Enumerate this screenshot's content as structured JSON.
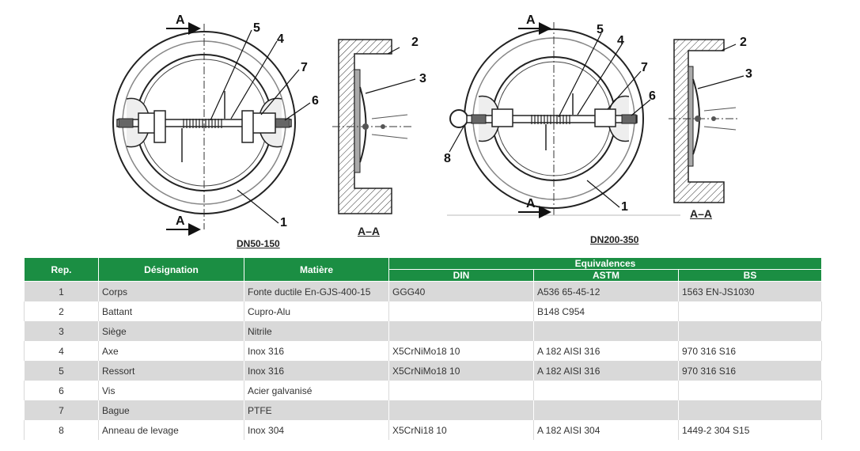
{
  "drawings": {
    "left": {
      "caption": "DN50-150",
      "section_label": "A–A",
      "cut_label": "A",
      "callouts": [
        "1",
        "2",
        "3",
        "4",
        "5",
        "6",
        "7"
      ]
    },
    "right": {
      "caption": "DN200-350",
      "section_label": "A–A",
      "cut_label": "A",
      "callouts": [
        "1",
        "2",
        "3",
        "4",
        "5",
        "6",
        "7",
        "8"
      ]
    }
  },
  "table": {
    "headers": {
      "rep": "Rep.",
      "designation": "Désignation",
      "matiere": "Matière",
      "equivalences": "Equivalences",
      "din": "DIN",
      "astm": "ASTM",
      "bs": "BS"
    },
    "rows": [
      {
        "rep": "1",
        "designation": "Corps",
        "matiere": "Fonte ductile En-GJS-400-15",
        "din": "GGG40",
        "astm": "A536 65-45-12",
        "bs": "1563 EN-JS1030"
      },
      {
        "rep": "2",
        "designation": "Battant",
        "matiere": "Cupro-Alu",
        "din": "",
        "astm": "B148 C954",
        "bs": ""
      },
      {
        "rep": "3",
        "designation": "Siège",
        "matiere": "Nitrile",
        "din": "",
        "astm": "",
        "bs": ""
      },
      {
        "rep": "4",
        "designation": "Axe",
        "matiere": "Inox 316",
        "din": "X5CrNiMo18 10",
        "astm": "A 182 AISI 316",
        "bs": "970 316 S16"
      },
      {
        "rep": "5",
        "designation": "Ressort",
        "matiere": "Inox 316",
        "din": "X5CrNiMo18 10",
        "astm": "A 182 AISI 316",
        "bs": "970 316 S16"
      },
      {
        "rep": "6",
        "designation": "Vis",
        "matiere": "Acier galvanisé",
        "din": "",
        "astm": "",
        "bs": ""
      },
      {
        "rep": "7",
        "designation": "Bague",
        "matiere": "PTFE",
        "din": "",
        "astm": "",
        "bs": ""
      },
      {
        "rep": "8",
        "designation": "Anneau de levage",
        "matiere": "Inox 304",
        "din": "X5CrNi18 10",
        "astm": "A 182 AISI 304",
        "bs": "1449-2 304 S15"
      }
    ]
  },
  "colors": {
    "header_green": "#1b8e43",
    "row_grey": "#d9d9d9"
  }
}
